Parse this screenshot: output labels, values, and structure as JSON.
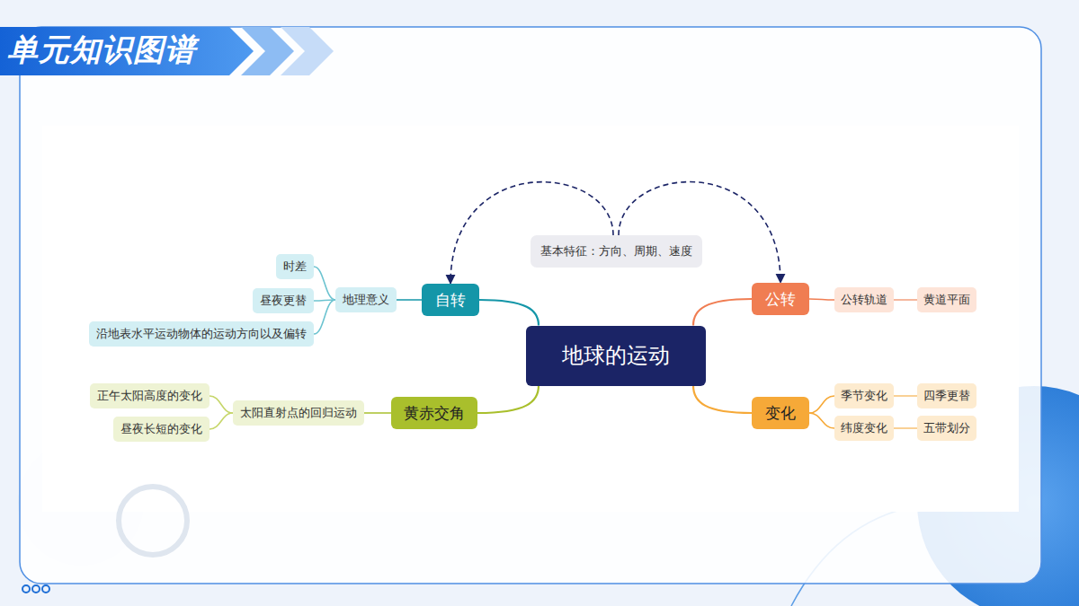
{
  "diagram": {
    "title": "单元知识图谱",
    "nodes": [
      {
        "text": [
          "地球的运动"
        ]
      },
      {
        "text": [
          "基本特征：方向、周期、速度"
        ]
      },
      {
        "text": [
          "自转"
        ]
      },
      {
        "text": [
          "地理意义"
        ]
      },
      {
        "text": [
          "时差"
        ]
      },
      {
        "text": [
          "昼夜更替"
        ]
      },
      {
        "text": [
          "沿地表水平运动物体的运动方向以及偏转"
        ]
      },
      {
        "text": [
          "黄赤交角"
        ]
      },
      {
        "text": [
          "太阳直射点的回归运动"
        ]
      },
      {
        "text": [
          "正午太阳高度的变化"
        ]
      },
      {
        "text": [
          "昼夜长短的变化"
        ]
      },
      {
        "text": [
          "公转"
        ]
      },
      {
        "text": [
          "公转轨道"
        ]
      },
      {
        "text": [
          "黄道平面"
        ]
      },
      {
        "text": [
          "变化"
        ]
      },
      {
        "text": [
          "季节变化"
        ]
      },
      {
        "text": [
          "四季更替"
        ]
      },
      {
        "text": [
          "纬度变化"
        ]
      },
      {
        "text": [
          "五带划分"
        ]
      }
    ],
    "edges": [
      {
        "from": 1,
        "to": 2,
        "arrow": "to"
      },
      {
        "from": 1,
        "to": 11,
        "arrow": "to"
      },
      {
        "from": 0,
        "to": 2,
        "arrow": "none"
      },
      {
        "from": 0,
        "to": 11,
        "arrow": "none"
      },
      {
        "from": 0,
        "to": 7,
        "arrow": "none"
      },
      {
        "from": 0,
        "to": 14,
        "arrow": "none"
      },
      {
        "from": 2,
        "to": 3,
        "arrow": "none"
      },
      {
        "from": 3,
        "to": 4,
        "arrow": "none"
      },
      {
        "from": 3,
        "to": 5,
        "arrow": "none"
      },
      {
        "from": 3,
        "to": 6,
        "arrow": "none"
      },
      {
        "from": 7,
        "to": 8,
        "arrow": "none"
      },
      {
        "from": 8,
        "to": 9,
        "arrow": "none"
      },
      {
        "from": 8,
        "to": 10,
        "arrow": "none"
      },
      {
        "from": 11,
        "to": 12,
        "arrow": "none"
      },
      {
        "from": 12,
        "to": 13,
        "arrow": "none"
      },
      {
        "from": 14,
        "to": 15,
        "arrow": "none"
      },
      {
        "from": 14,
        "to": 17,
        "arrow": "none"
      },
      {
        "from": 15,
        "to": 16,
        "arrow": "none"
      },
      {
        "from": 17,
        "to": 18,
        "arrow": "none"
      }
    ]
  }
}
